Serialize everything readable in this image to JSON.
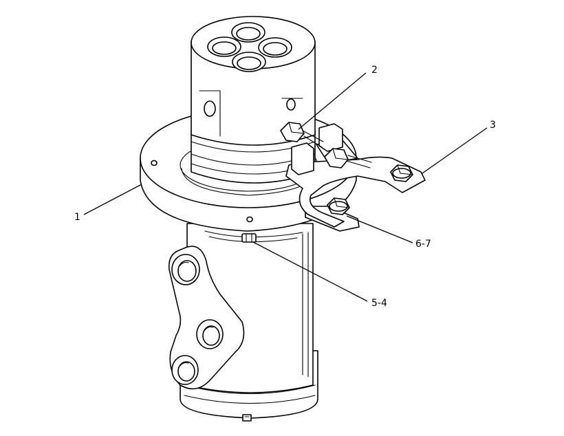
{
  "callouts": [
    {
      "id": "c1",
      "label": "1"
    },
    {
      "id": "c2",
      "label": "2"
    },
    {
      "id": "c3",
      "label": "3"
    },
    {
      "id": "c6-7",
      "label": "6-7"
    },
    {
      "id": "c5-4",
      "label": "5-4"
    }
  ],
  "colors": {
    "line": "#000000",
    "background": "#ffffff"
  }
}
